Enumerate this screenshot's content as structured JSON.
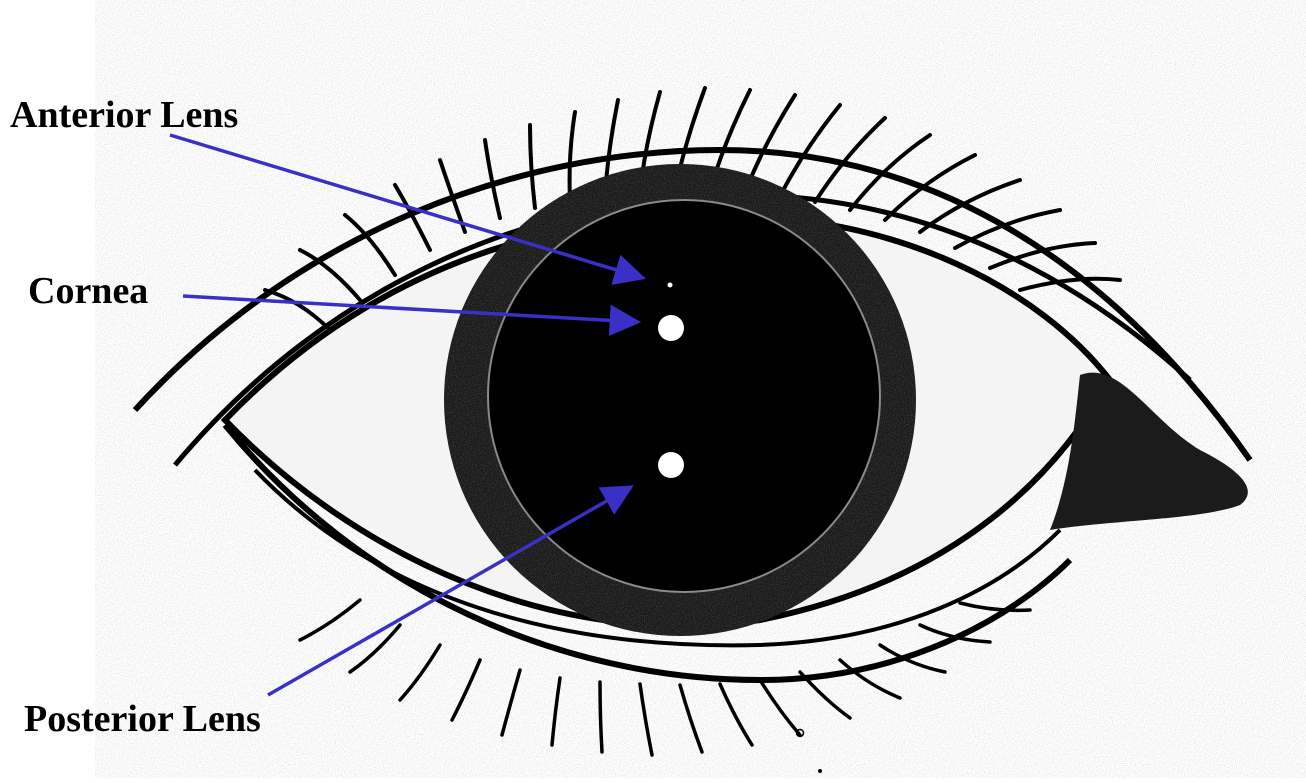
{
  "diagram": {
    "labels": {
      "anterior_lens": "Anterior Lens",
      "cornea": "Cornea",
      "posterior_lens": "Posterior Lens"
    }
  },
  "colors": {
    "arrow": "#3a2fc6",
    "background": "#ffffff",
    "ink": "#000000",
    "sclera": "#f4f4f4",
    "pupil": "#000000",
    "iris_ring": "#1a1a1a",
    "reflection": "#ffffff",
    "pupil_edge": "#8a8a8a"
  }
}
